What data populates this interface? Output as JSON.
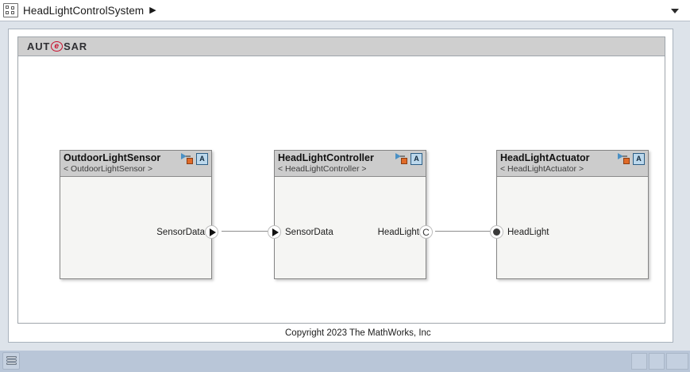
{
  "breadcrumb": {
    "model_icon": "model-block-icon",
    "label": "HeadLightControlSystem",
    "arrow": "▶",
    "dropdown_icon": "chevron-down-icon"
  },
  "architecture": {
    "logo": {
      "part1": "AUT",
      "ring": "e",
      "part2": "SAR",
      "accent_color": "#c8102e"
    }
  },
  "components": [
    {
      "id": "outdoor-light-sensor",
      "title": "OutdoorLightSensor",
      "subtitle": "< OutdoorLightSensor >",
      "badges": [
        "port-connector-icon",
        "autosar-component-icon"
      ],
      "badge_letter": "A",
      "ports": [
        {
          "name": "SensorData",
          "side": "right",
          "kind": "sender-triangle"
        }
      ]
    },
    {
      "id": "head-light-controller",
      "title": "HeadLightController",
      "subtitle": "< HeadLightController >",
      "badges": [
        "port-connector-icon",
        "autosar-component-icon"
      ],
      "badge_letter": "A",
      "ports": [
        {
          "name": "SensorData",
          "side": "left",
          "kind": "receiver-triangle"
        },
        {
          "name": "HeadLight",
          "side": "right",
          "kind": "client-c"
        }
      ]
    },
    {
      "id": "head-light-actuator",
      "title": "HeadLightActuator",
      "subtitle": "< HeadLightActuator >",
      "badges": [
        "port-connector-icon",
        "autosar-component-icon"
      ],
      "badge_letter": "A",
      "ports": [
        {
          "name": "HeadLight",
          "side": "left",
          "kind": "server-dot"
        }
      ]
    }
  ],
  "connections": [
    {
      "from": "OutdoorLightSensor.SensorData",
      "to": "HeadLightController.SensorData"
    },
    {
      "from": "HeadLightController.HeadLight",
      "to": "HeadLightActuator.HeadLight"
    }
  ],
  "annotation": {
    "copyright": "Copyright 2023 The MathWorks, Inc"
  },
  "status_bar": {
    "icon": "layers-stack-icon"
  }
}
